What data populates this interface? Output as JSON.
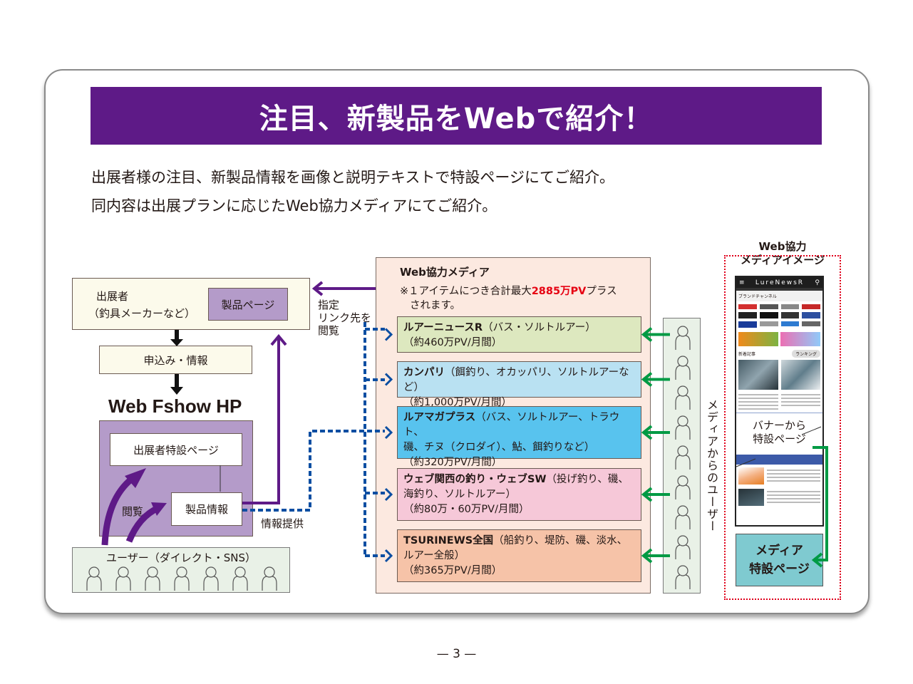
{
  "header": {
    "title": "注目、新製品をWebで紹介！"
  },
  "intro": {
    "line1": "出展者様の注目、新製品情報を画像と説明テキストで特設ページにてご紹介。",
    "line2": "同内容は出展プランに応じたWeb協力メディアにてご紹介。"
  },
  "left": {
    "exhibitor_line1": "出展者",
    "exhibitor_line2": "（釣具メーカーなど）",
    "product_page": "製品ページ",
    "application": "申込み・情報",
    "hp_title": "Web Fshow HP",
    "exhibitor_special_page": "出展者特設ページ",
    "product_info": "製品情報",
    "browse_label": "閲覧",
    "info_provide_label": "情報提供",
    "link_label_line1": "指定",
    "link_label_line2": "リンク先を",
    "link_label_line3": "閲覧",
    "users_label": "ユーザー（ダイレクト・SNS）",
    "user_icon_count": 7
  },
  "media": {
    "title": "Web協力メディア",
    "note_prefix": "※１アイテムにつき合計最大",
    "note_highlight": "2885万PV",
    "note_suffix": "プラス",
    "note_line2": "されます。",
    "items": [
      {
        "name": "ルアーニュースR",
        "desc_line1": "（バス・ソルトルアー）",
        "desc_line2": "",
        "pv": "（約460万PV/月間）",
        "color": "#dde8bf"
      },
      {
        "name": "カンパリ",
        "desc_line1": "（餌釣り、オカッパリ、ソルトルアーなど）",
        "desc_line2": "",
        "pv": "（約1,000万PV/月間）",
        "color": "#b9e1f2"
      },
      {
        "name": "ルアマガプラス",
        "desc_line1": "（バス、ソルトルアー、トラウト、",
        "desc_line2": "磯、チヌ（クロダイ）、鮎、餌釣りなど）",
        "pv": "（約320万PV/月間）",
        "color": "#58c3ee"
      },
      {
        "name": "ウェブ関西の釣り・ウェブSW",
        "desc_line1": "（投げ釣り、磯、",
        "desc_line2": "海釣り、ソルトルアー）",
        "pv": "（約80万・60万PV/月間）",
        "color": "#f6c8d8"
      },
      {
        "name": "TSURINEWS全国",
        "desc_line1": "（船釣り、堤防、磯、淡水、",
        "desc_line2": "ルアー全般）",
        "pv": "（約365万PV/月間）",
        "color": "#f6c3a8"
      }
    ],
    "users_vertical_label": "メディアからのユーザー",
    "user_icon_count": 9
  },
  "image_panel": {
    "title_line1": "Web協力",
    "title_line2": "メディアイメージ",
    "phone_logo": "LureNewsR",
    "brand_channel": "ブランドチャンネル",
    "new_articles": "新着記事",
    "ranking_btn": "ランキング",
    "banner_line1": "バナーから",
    "banner_line2": "特設ページ",
    "special_line1": "メディア",
    "special_line2": "特設ページ"
  },
  "colors": {
    "purple": "#5e1a87",
    "arrow_purple": "#5e1a87",
    "dotted_blue": "#0b4ea2",
    "green": "#009a44",
    "red_highlight": "#e60012"
  },
  "footer": {
    "page_number": "— 3 —"
  }
}
